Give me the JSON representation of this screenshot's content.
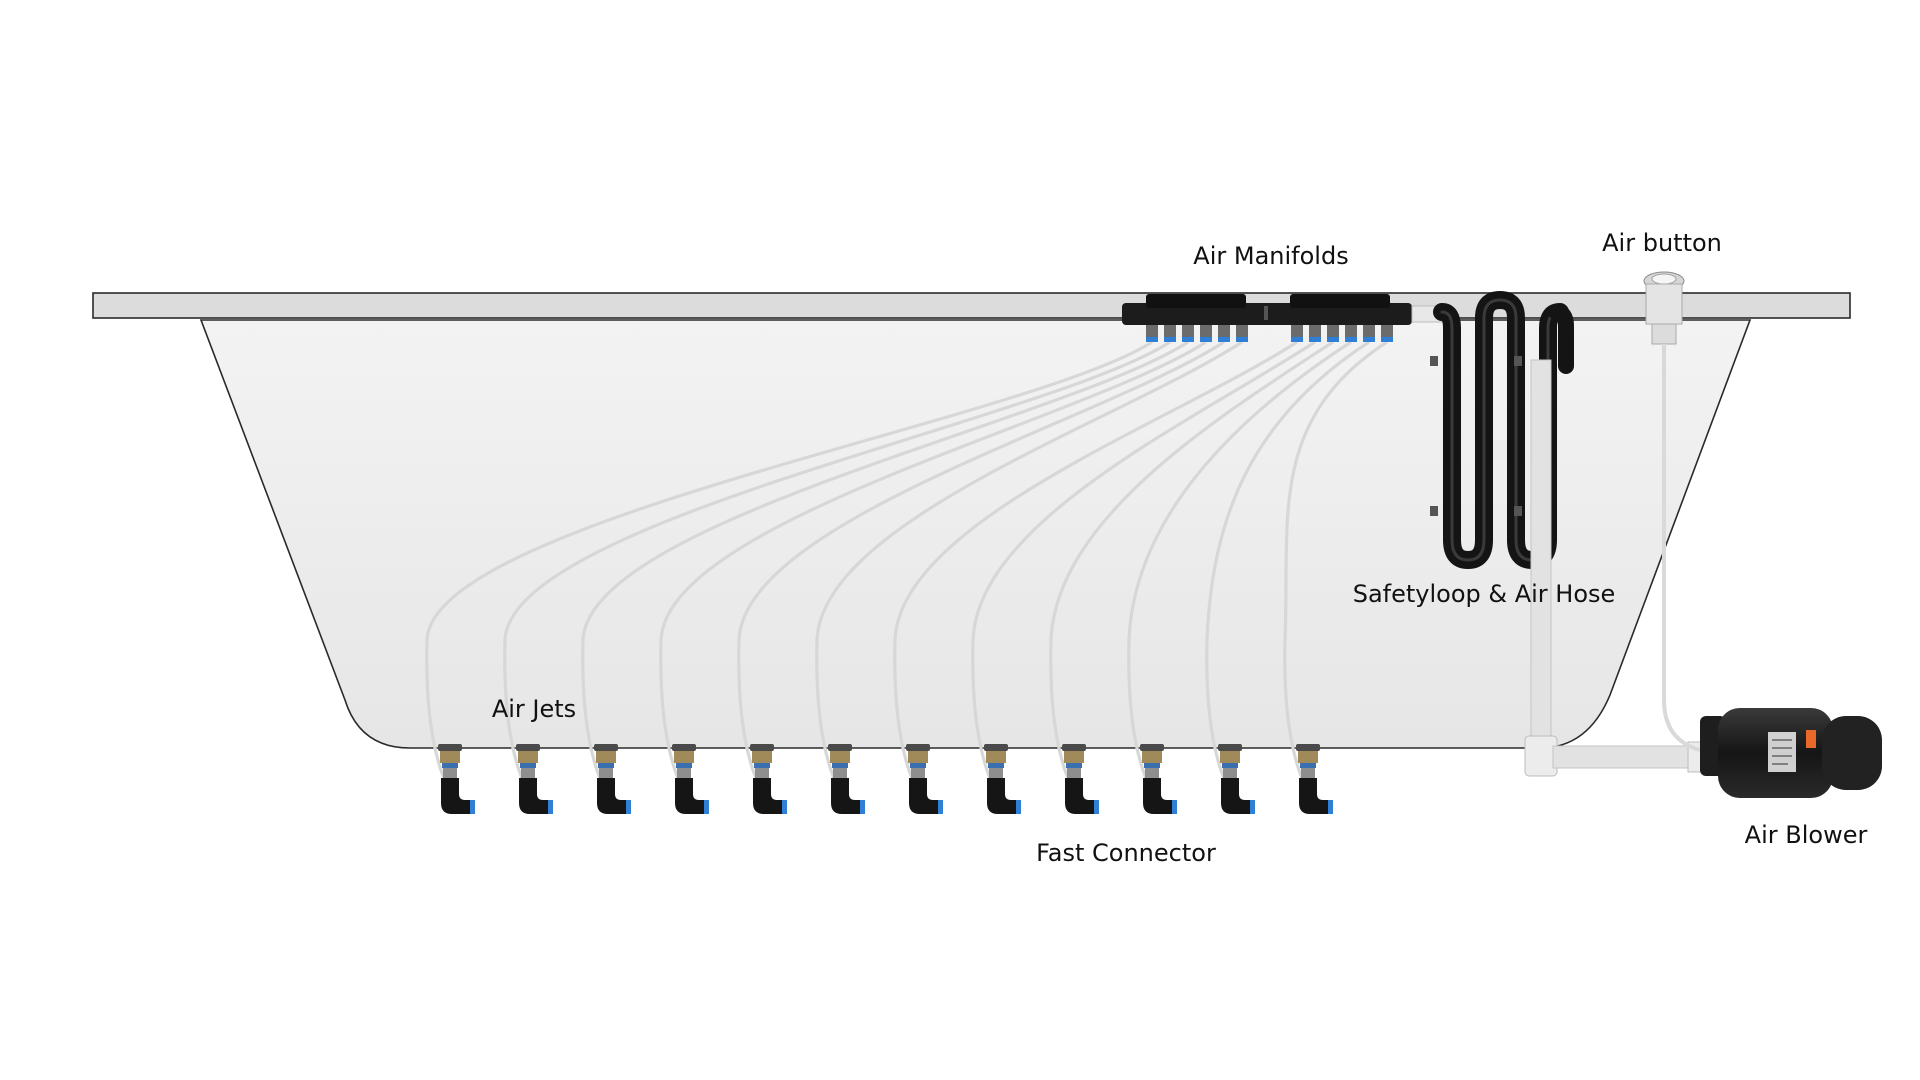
{
  "labels": {
    "air_manifolds": "Air Manifolds",
    "air_button": "Air button",
    "safetyloop": "Safetyloop & Air Hose",
    "air_jets": "Air Jets",
    "fast_connector": "Fast Connector",
    "air_blower": "Air Blower"
  },
  "components": {
    "jet_count": 12,
    "manifold_count": 2,
    "ports_per_manifold": 6
  },
  "colors": {
    "tub_fill": "#ececec",
    "tub_stroke": "#2a2a2a",
    "rim_fill": "#dcdcdc",
    "hose": "#d7d7d7",
    "pipe": "#e6e6e6",
    "manifold": "#1c1c1c",
    "port_blue": "#2f7fd6",
    "jet_brass": "#a08a5a",
    "blower_body": "#1a1a1a",
    "blower_warning": "#e8692a"
  }
}
